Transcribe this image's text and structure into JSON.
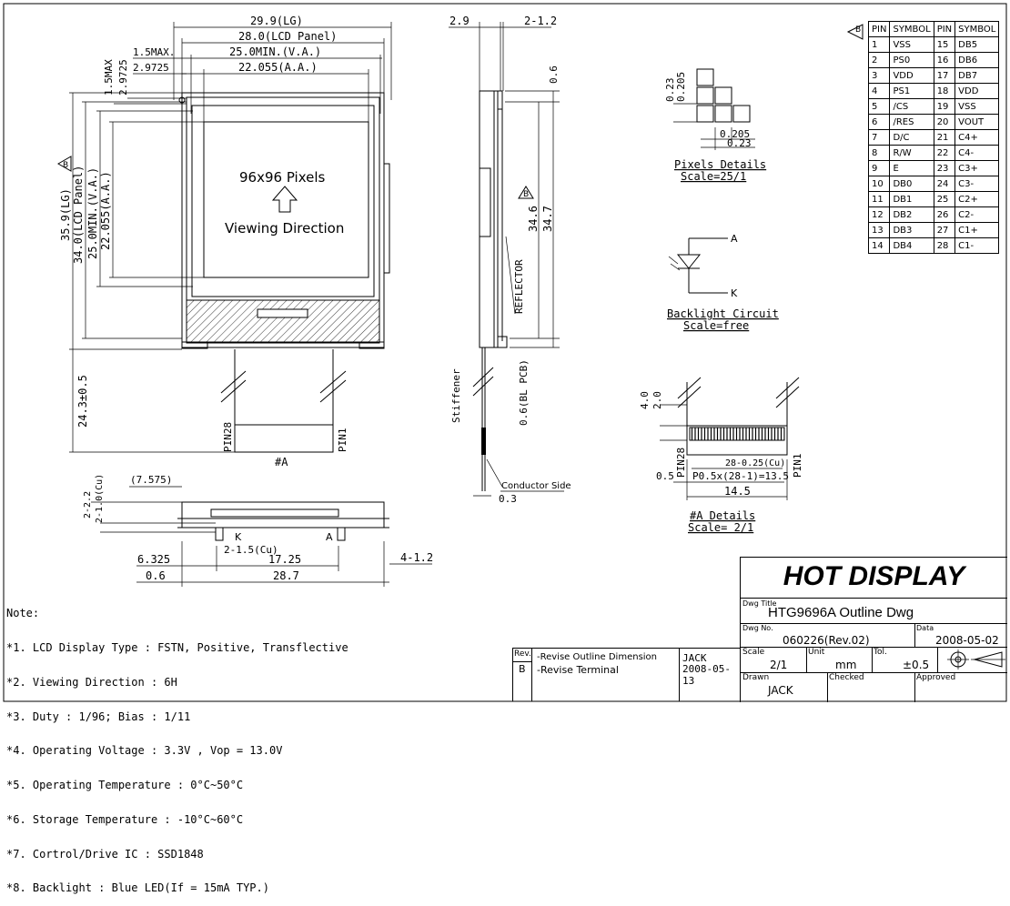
{
  "front": {
    "overall_width": "29.9(LG)",
    "lcd_panel_width": "28.0(LCD Panel)",
    "va_width": "25.0MIN.(V.A.)",
    "aa_width": "22.055(A.A.)",
    "max_label": "1.5MAX.",
    "offset_label": "2.9725",
    "top_max_label": "1.5MAX",
    "top_offset_label": "2.9725",
    "overall_height": "35.9(LG)",
    "lcd_panel_height": "34.0(LCD Panel)",
    "va_height": "25.0MIN.(V.A.)",
    "aa_height": "22.055(A.A.)",
    "pixels_text": "96x96 Pixels",
    "viewing_text": "Viewing Direction",
    "fpc_length": "24.3±0.5",
    "pin28": "PIN28",
    "pin1": "PIN1",
    "hash_a": "#A",
    "rev_mark": "B"
  },
  "side": {
    "top_left": "2.9",
    "top_right": "2-1.2",
    "t06": "0.6",
    "h346": "34.6",
    "h347": "34.7",
    "reflector": "REFLECTOR",
    "stiffener": "Stiffener",
    "bl_pcb": "0.6(BL PCB)",
    "conductor": "Conductor Side",
    "d03": "0.3",
    "rev_mark": "B"
  },
  "bottom": {
    "d7575": "(7.575)",
    "d22": "2-2.2",
    "d10cu": "2-1.0(Cu)",
    "k": "K",
    "a": "A",
    "d15cu": "2-1.5(Cu)",
    "d6325": "6.325",
    "d1725": "17.25",
    "d412": "4-1.2",
    "d06": "0.6",
    "d287": "28.7"
  },
  "pixels": {
    "d023": "0.23",
    "d0205": "0.205",
    "title": "Pixels Details",
    "scale": "Scale=25/1"
  },
  "backlight": {
    "a": "A",
    "k": "K",
    "title": "Backlight Circuit",
    "scale": "Scale=free"
  },
  "detail_a": {
    "d40": "4.0",
    "d20": "2.0",
    "pin28": "PIN28",
    "pin1": "PIN1",
    "d28cu": "28-0.25(Cu)",
    "d05": "0.5",
    "pitch": "P0.5x(28-1)=13.5",
    "d145": "14.5",
    "title": "#A Details",
    "scale": "Scale= 2/1"
  },
  "pin_table": {
    "rev_mark": "B",
    "headers": [
      "PIN",
      "SYMBOL",
      "PIN",
      "SYMBOL"
    ],
    "rows": [
      [
        "1",
        "VSS",
        "15",
        "DB5"
      ],
      [
        "2",
        "PS0",
        "16",
        "DB6"
      ],
      [
        "3",
        "VDD",
        "17",
        "DB7"
      ],
      [
        "4",
        "PS1",
        "18",
        "VDD"
      ],
      [
        "5",
        "/CS",
        "19",
        "VSS"
      ],
      [
        "6",
        "/RES",
        "20",
        "VOUT"
      ],
      [
        "7",
        "D/C",
        "21",
        "C4+"
      ],
      [
        "8",
        "R/W",
        "22",
        "C4-"
      ],
      [
        "9",
        "E",
        "23",
        "C3+"
      ],
      [
        "10",
        "DB0",
        "24",
        "C3-"
      ],
      [
        "11",
        "DB1",
        "25",
        "C2+"
      ],
      [
        "12",
        "DB2",
        "26",
        "C2-"
      ],
      [
        "13",
        "DB3",
        "27",
        "C1+"
      ],
      [
        "14",
        "DB4",
        "28",
        "C1-"
      ]
    ]
  },
  "notes": {
    "heading": "Note:",
    "items": [
      "*1. LCD Display Type : FSTN, Positive, Transflective",
      "*2. Viewing Direction : 6H",
      "*3. Duty : 1/96; Bias : 1/11",
      "*4. Operating Voltage : 3.3V , Vop = 13.0V",
      "*5. Operating Temperature : 0°C~50°C",
      "*6. Storage Temperature : -10°C~60°C",
      "*7. Cortrol/Drive IC : SSD1848",
      "*8. Backlight : Blue LED(If = 15mA TYP.)"
    ]
  },
  "revision": {
    "rev_label": "Rev.",
    "rev": "B",
    "line1": "-Revise Outline Dimension",
    "line2": "-Revise Terminal",
    "by": "JACK",
    "date": "2008-05-13"
  },
  "title_block": {
    "company": "HOT DISPLAY",
    "dwg_title_label": "Dwg Title",
    "dwg_title": "HTG9696A Outline Dwg",
    "dwg_no_label": "Dwg No.",
    "dwg_no": "060226(Rev.02)",
    "data_label": "Data",
    "data": "2008-05-02",
    "scale_label": "Scale",
    "scale": "2/1",
    "unit_label": "Unit",
    "unit": "mm",
    "tol_label": "Tol.",
    "tol": "±0.5",
    "drawn_label": "Drawn",
    "drawn": "JACK",
    "checked_label": "Checked",
    "approved_label": "Approved"
  }
}
